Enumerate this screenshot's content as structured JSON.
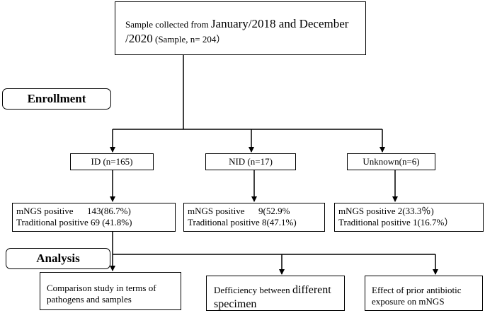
{
  "sample": {
    "line1_small": "Sample collected from ",
    "line1_big": "January/2018 and December",
    "line2_big": "/2020",
    "line2_small": " (Sample, n= 204）"
  },
  "labels": {
    "enrollment": "Enrollment",
    "analysis": "Analysis"
  },
  "groups": {
    "id": "ID (n=165)",
    "nid": "NID (n=17)",
    "unknown": "Unknown(n=6)"
  },
  "results": {
    "id_mngs": "mNGS positive      143(86.7%)",
    "id_trad": "Traditional positive 69 (41.8%)",
    "nid_mngs": "mNGS positive      9(52.9%",
    "nid_trad": "Traditional positive 8(47.1%)",
    "unk_mngs": "mNGS positive 2(33.3％)",
    "unk_trad": "Traditional positive 1(16.7%）"
  },
  "outcomes": {
    "comparison_l1": "Comparison study in terms of",
    "comparison_l2": "pathogens and samples",
    "defficiency_small": "Defficiency between ",
    "defficiency_big": "different",
    "defficiency_l2": "specimen",
    "effect_l1": "Effect of prior antibiotic",
    "effect_l2": "exposure on mNGS"
  }
}
